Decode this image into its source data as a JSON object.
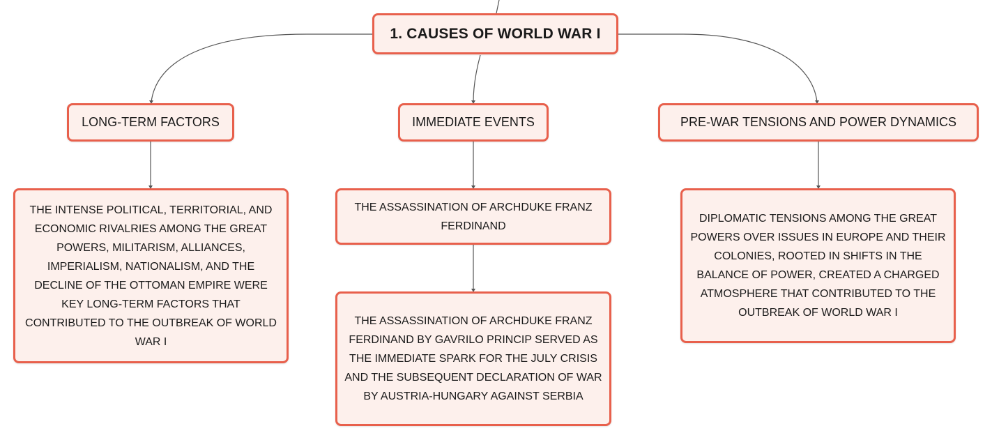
{
  "colors": {
    "node_border": "#e8604c",
    "node_fill": "#fdf0ec",
    "connector": "#555555",
    "text": "#1a1a1a"
  },
  "root": {
    "title": "1. CAUSES OF WORLD WAR I"
  },
  "branches": [
    {
      "title": "LONG-TERM FACTORS",
      "children": [
        "THE INTENSE POLITICAL, TERRITORIAL, AND ECONOMIC RIVALRIES AMONG THE GREAT POWERS, MILITARISM, ALLIANCES, IMPERIALISM, NATIONALISM, AND THE DECLINE OF THE OTTOMAN EMPIRE WERE KEY LONG-TERM FACTORS THAT CONTRIBUTED TO THE OUTBREAK OF WORLD WAR I"
      ]
    },
    {
      "title": "IMMEDIATE EVENTS",
      "children": [
        "THE ASSASSINATION OF ARCHDUKE FRANZ FERDINAND",
        "THE ASSASSINATION OF ARCHDUKE FRANZ FERDINAND BY GAVRILO PRINCIP SERVED AS THE IMMEDIATE SPARK FOR THE JULY CRISIS AND THE SUBSEQUENT DECLARATION OF WAR BY AUSTRIA-HUNGARY AGAINST SERBIA"
      ]
    },
    {
      "title": "PRE-WAR TENSIONS AND POWER DYNAMICS",
      "children": [
        "DIPLOMATIC TENSIONS AMONG THE GREAT POWERS OVER ISSUES IN EUROPE AND THEIR COLONIES, ROOTED IN SHIFTS IN THE BALANCE OF POWER, CREATED A CHARGED ATMOSPHERE THAT CONTRIBUTED TO THE OUTBREAK OF WORLD WAR I"
      ]
    }
  ]
}
